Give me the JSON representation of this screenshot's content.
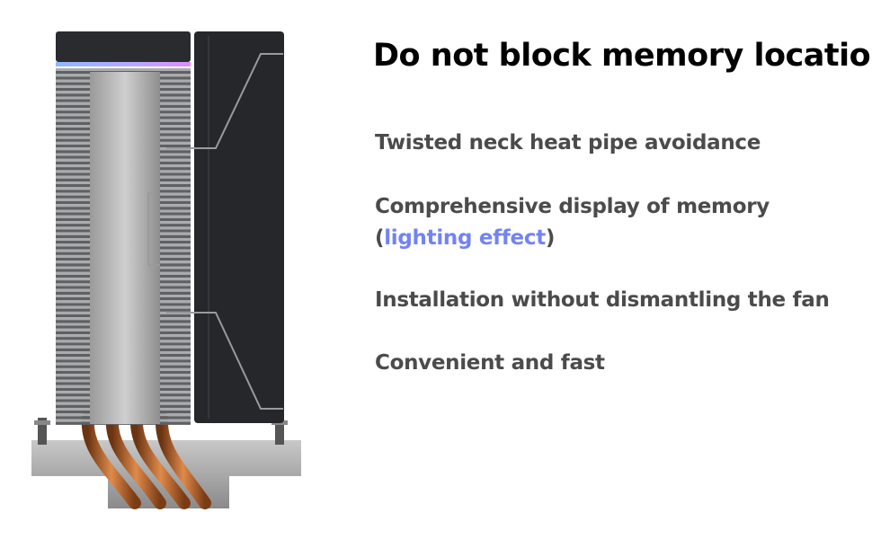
{
  "title": "Do not block memory locations",
  "features": [
    {
      "text": "Twisted neck heat pipe avoidance"
    },
    {
      "text_before": "Comprehensive display of memory (",
      "highlight": "lighting effect",
      "text_after": ")"
    },
    {
      "text": "Installation without dismantling the fan"
    },
    {
      "text": "Convenient and fast"
    }
  ],
  "colors": {
    "highlight": "#7383f3",
    "text": "#4b4b4b",
    "copper": "#b8642a",
    "fan": "#25272b"
  }
}
